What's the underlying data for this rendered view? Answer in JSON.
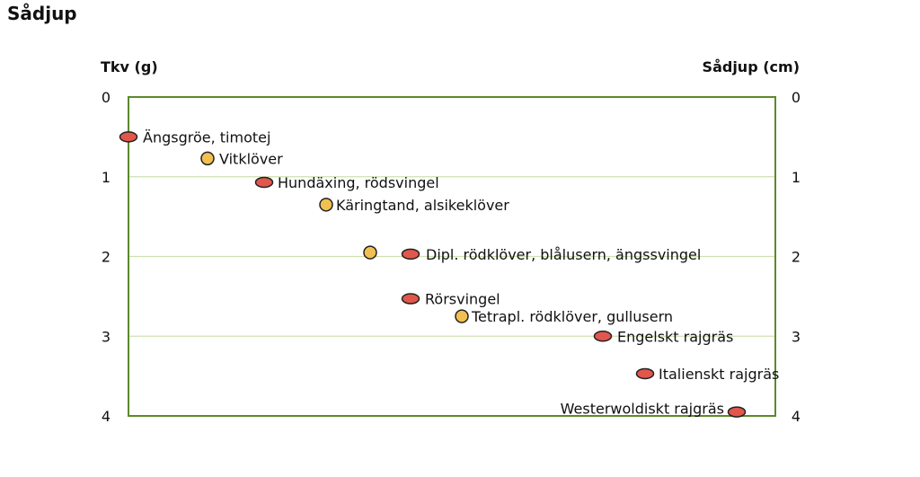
{
  "chart_data": {
    "type": "scatter",
    "title": "Sådjup",
    "ylabel_left": "Tkv (g)",
    "ylabel_right": "Sådjup (cm)",
    "ylim": [
      0,
      4
    ],
    "yticks_left": [
      0,
      1,
      2,
      3,
      4
    ],
    "yticks_right": [
      0,
      1,
      2,
      3,
      4
    ],
    "y_inverted": true,
    "grid": "horizontal",
    "colors": {
      "frame": "#5a8a2a",
      "grid": "#cfe0b0",
      "grass": "#e2574c",
      "clover": "#f2c050",
      "marker_stroke": "#222222"
    },
    "points": [
      {
        "y": 0.5,
        "type": "grass",
        "label": "Ängsgröe, timotej"
      },
      {
        "y": 0.77,
        "type": "clover",
        "label": "Vitklöver"
      },
      {
        "y": 1.07,
        "type": "grass",
        "label": "Hundäxing, rödsvingel"
      },
      {
        "y": 1.35,
        "type": "clover",
        "label": "Käringtand, alsikeklöver"
      },
      {
        "y": 1.95,
        "type": "clover",
        "label": ""
      },
      {
        "y": 1.97,
        "type": "grass",
        "label": "Dipl. rödklöver, blålusern, ängssvingel"
      },
      {
        "y": 2.53,
        "type": "grass",
        "label": "Rörsvingel"
      },
      {
        "y": 2.75,
        "type": "clover",
        "label": "Tetrapl. rödklöver, gullusern"
      },
      {
        "y": 3.0,
        "type": "grass",
        "label": "Engelskt rajgräs"
      },
      {
        "y": 3.47,
        "type": "grass",
        "label": "Italienskt rajgräs"
      },
      {
        "y": 3.95,
        "type": "grass",
        "label": "Westerwoldiskt rajgräs"
      }
    ]
  }
}
